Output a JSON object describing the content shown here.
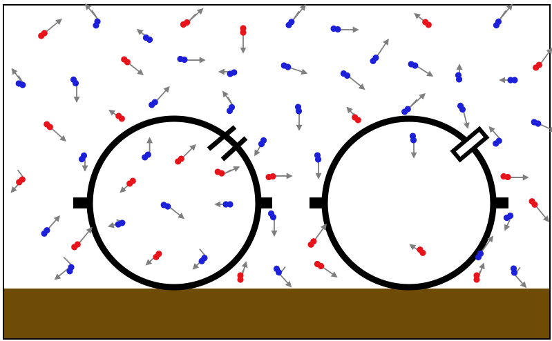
{
  "colors": {
    "background": "#ffffff",
    "frame": "#000000",
    "ground": "#6e4c06",
    "particle_red": "#e8141c",
    "particle_blue": "#1c20d8",
    "arrow": "#7f7f7f",
    "container": "#000000"
  },
  "containers": [
    {
      "name": "left-container",
      "valve": "open-slit"
    },
    {
      "name": "right-container",
      "valve": "closed-cap"
    }
  ],
  "particles": {
    "species": [
      "red",
      "blue"
    ],
    "motion_indicator": "velocity-arrow"
  }
}
